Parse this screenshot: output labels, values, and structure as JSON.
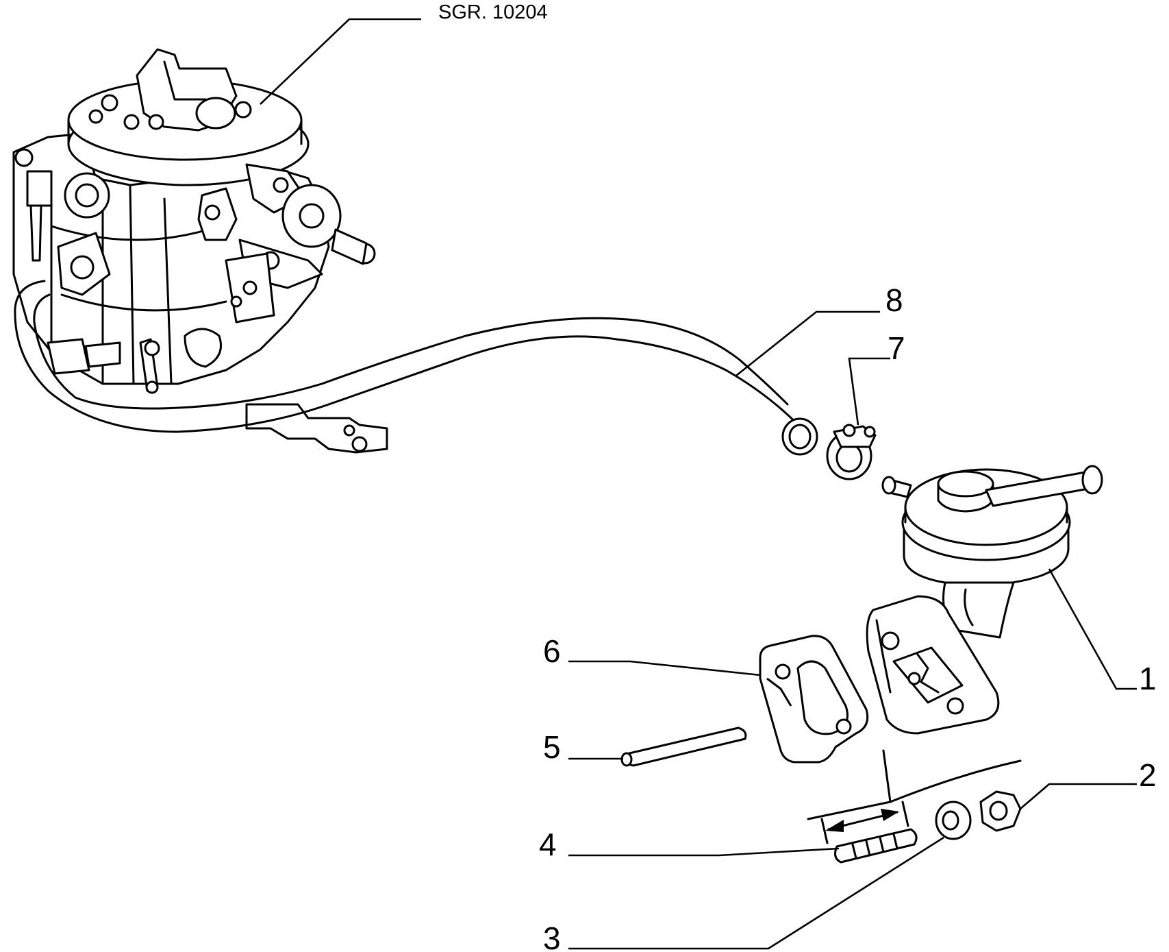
{
  "reference": "SGR. 10204",
  "callouts": [
    {
      "id": "1",
      "label": "1"
    },
    {
      "id": "2",
      "label": "2"
    },
    {
      "id": "3",
      "label": "3"
    },
    {
      "id": "4",
      "label": "4"
    },
    {
      "id": "5",
      "label": "5"
    },
    {
      "id": "6",
      "label": "6"
    },
    {
      "id": "7",
      "label": "7"
    },
    {
      "id": "8",
      "label": "8"
    }
  ]
}
